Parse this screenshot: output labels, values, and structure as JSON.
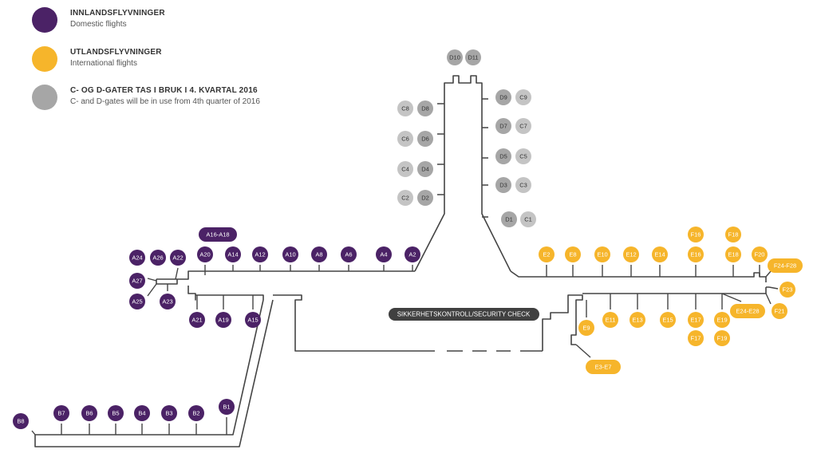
{
  "legend": [
    {
      "title": "INNLANDSFLYVNINGER",
      "subtitle": "Domestic flights",
      "color": "#4b2266"
    },
    {
      "title": "UTLANDSFLYVNINGER",
      "subtitle": "International flights",
      "color": "#f6b52b"
    },
    {
      "title": "C- OG D-GATER TAS I BRUK I 4. KVARTAL 2016",
      "subtitle": "C- and D-gates will be in use from 4th quarter of 2016",
      "color": "#a6a6a6"
    }
  ],
  "colors": {
    "domestic": "#4b2266",
    "international": "#f6b52b",
    "future": "#a6a6a6",
    "future_faded": "#c4c4c4",
    "terminal_outline": "#444444",
    "security": "#404040"
  },
  "security_check": "SIKKERHETSKONTROLL/SECURITY CHECK",
  "gates": {
    "domestic": [
      "A24",
      "A26",
      "A22",
      "A27",
      "A25",
      "A23",
      "A20",
      "A16-A18",
      "A14",
      "A12",
      "A10",
      "A8",
      "A6",
      "A4",
      "A2",
      "A21",
      "A19",
      "A15",
      "B8",
      "B7",
      "B6",
      "B5",
      "B4",
      "B3",
      "B2",
      "B1"
    ],
    "international": [
      "E2",
      "E8",
      "E10",
      "E12",
      "E14",
      "F16",
      "E16",
      "F18",
      "E18",
      "F20",
      "F24-F28",
      "F23",
      "F21",
      "E24-E28",
      "E9",
      "E11",
      "E13",
      "E15",
      "E17",
      "F17",
      "E19",
      "F19",
      "E3-E7"
    ],
    "future": [
      "D10",
      "D11",
      "D9",
      "C9",
      "C8",
      "D8",
      "D7",
      "C7",
      "C6",
      "D6",
      "D5",
      "C5",
      "C4",
      "D4",
      "D3",
      "C3",
      "C2",
      "D2",
      "D1",
      "C1"
    ]
  }
}
